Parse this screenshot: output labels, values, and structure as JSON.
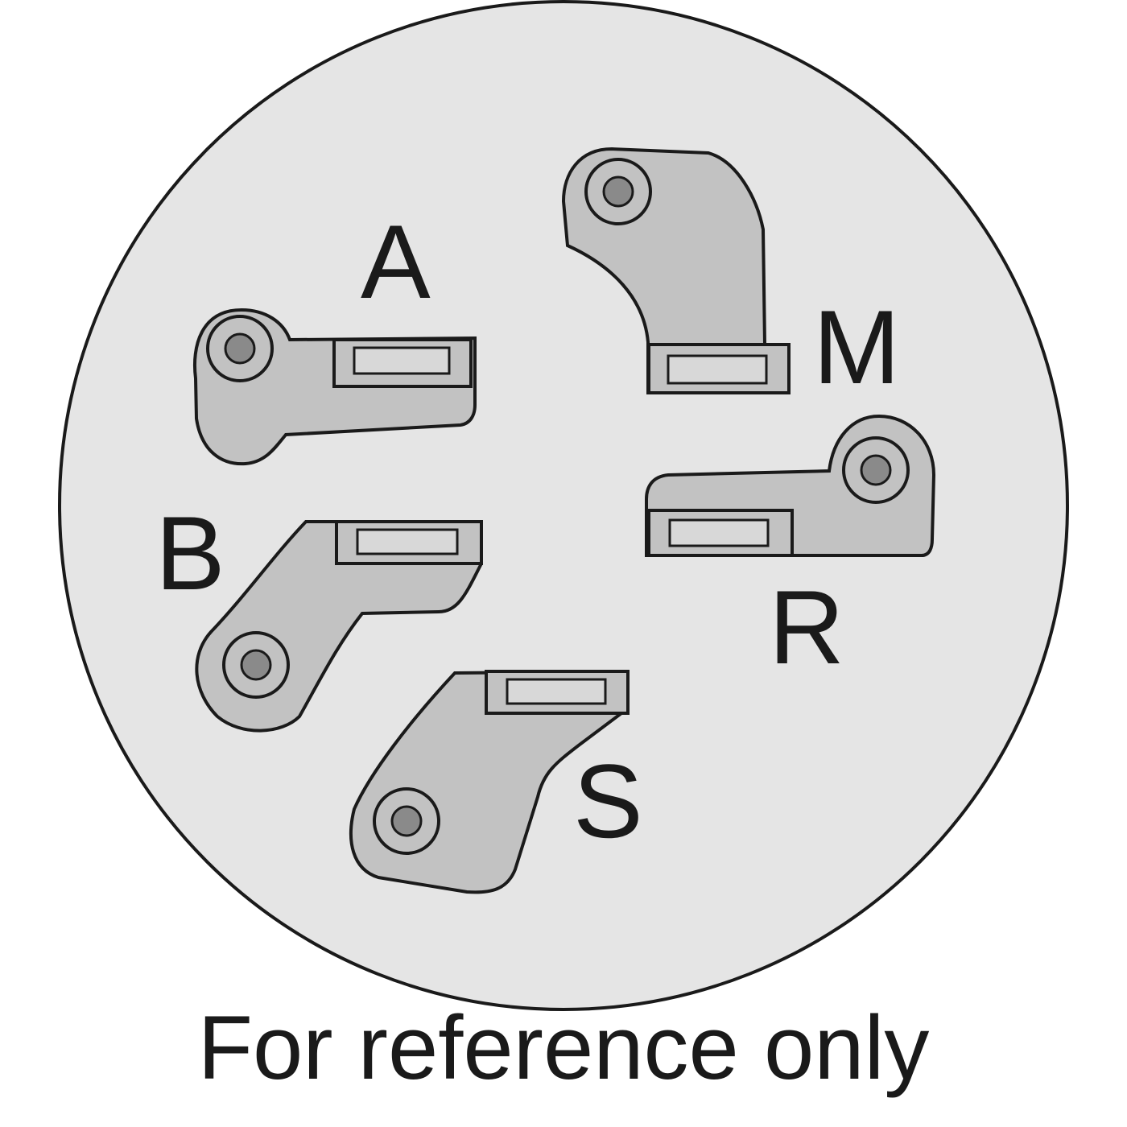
{
  "terminals": [
    {
      "id": "A",
      "label": "A"
    },
    {
      "id": "B",
      "label": "B"
    },
    {
      "id": "M",
      "label": "M"
    },
    {
      "id": "R",
      "label": "R"
    },
    {
      "id": "S",
      "label": "S"
    }
  ],
  "caption": "For reference only",
  "colors": {
    "face": "#e5e5e5",
    "terminal": "#c2c2c2",
    "slot": "#d8d8d8",
    "outline": "#1a1a1a",
    "screw": "#8a8a8a"
  }
}
